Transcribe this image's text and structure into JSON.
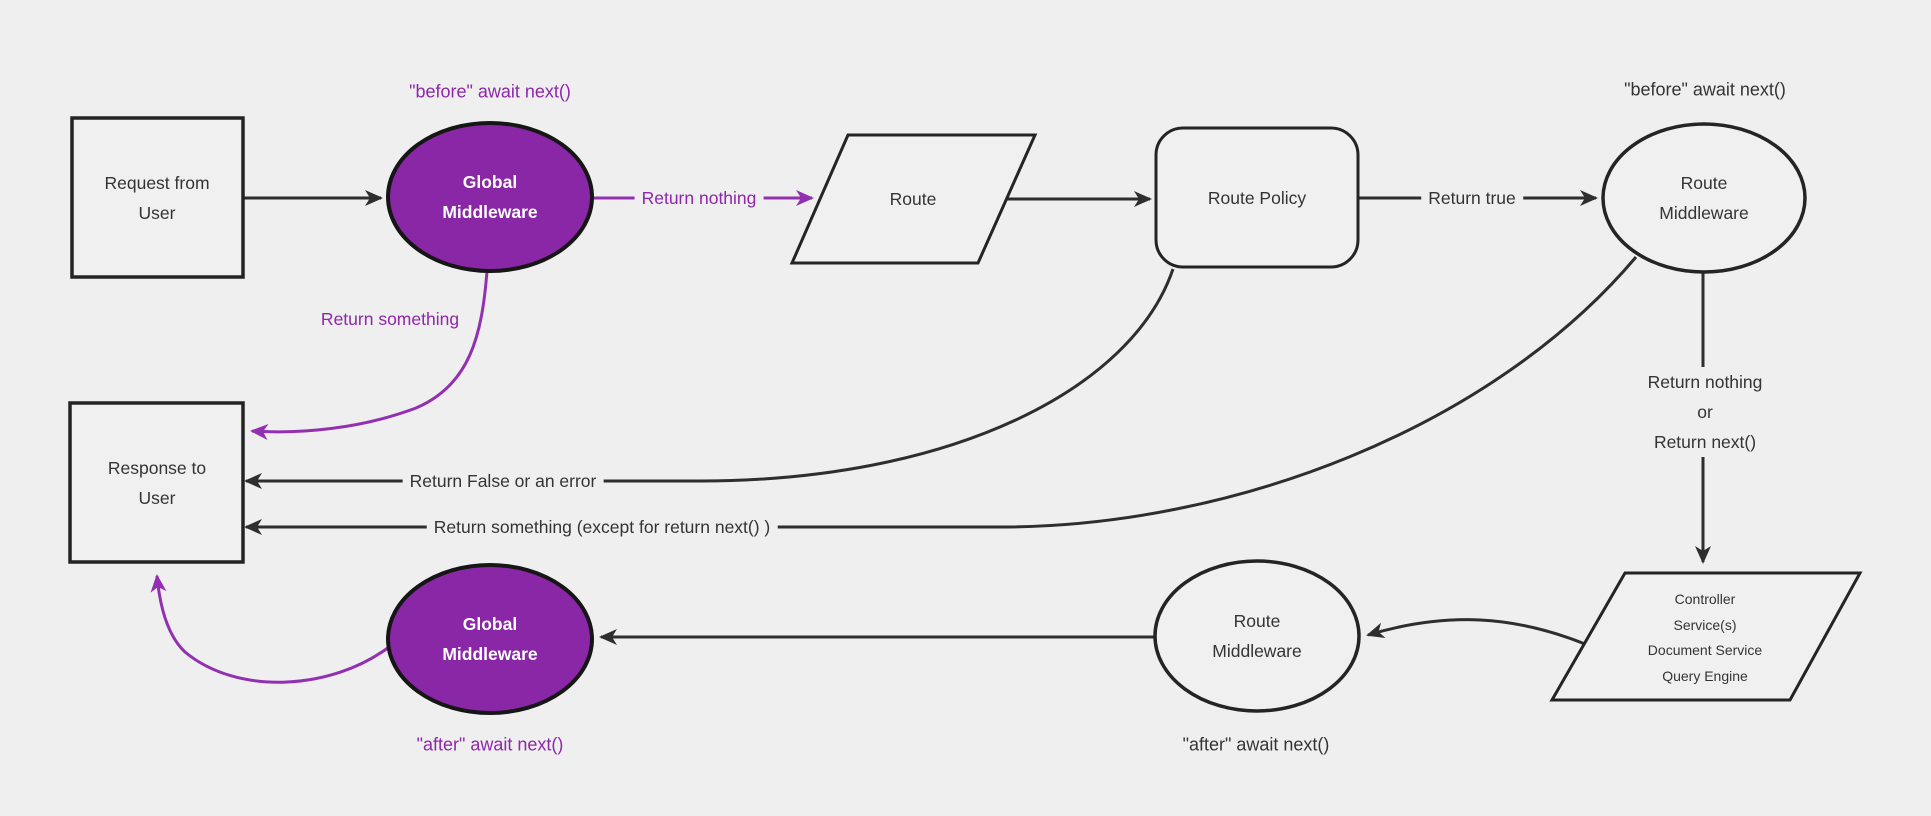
{
  "title": "Middleware request/response flow diagram",
  "colors": {
    "background": "#efefef",
    "node_fill": "#f0f0f0",
    "node_stroke": "#242424",
    "edge_dark": "#2e2e2e",
    "purple_fill": "#8a27a7",
    "purple_edge": "#9330b2",
    "purple_text": "#8e27aa",
    "text_dark": "#343434",
    "node_text_light": "#ffffff"
  },
  "nodes": {
    "request": {
      "label": "Request from\nUser"
    },
    "global_middleware_top": {
      "label": "Global\nMiddleware"
    },
    "route": {
      "label": "Route"
    },
    "route_policy": {
      "label": "Route Policy"
    },
    "route_middleware_top": {
      "label": "Route\nMiddleware"
    },
    "controller": {
      "label": "Controller\nService(s)\nDocument Service\nQuery Engine"
    },
    "route_middleware_bottom": {
      "label": "Route\nMiddleware"
    },
    "global_middleware_bottom": {
      "label": "Global\nMiddleware"
    },
    "response": {
      "label": "Response to\nUser"
    }
  },
  "edge_labels": {
    "before_top": "\"before\" await next()",
    "return_nothing": "Return nothing",
    "return_something": "Return something",
    "return_true": "Return true",
    "before_right": "\"before\" await next()",
    "return_nothing_or_next": "Return nothing\nor\nReturn next()",
    "return_false_or_error": "Return False or an error",
    "return_something_except": "Return something (except for return next() )",
    "after_bottom_middle": "\"after\" await next()",
    "after_bottom_left": "\"after\" await next()"
  }
}
